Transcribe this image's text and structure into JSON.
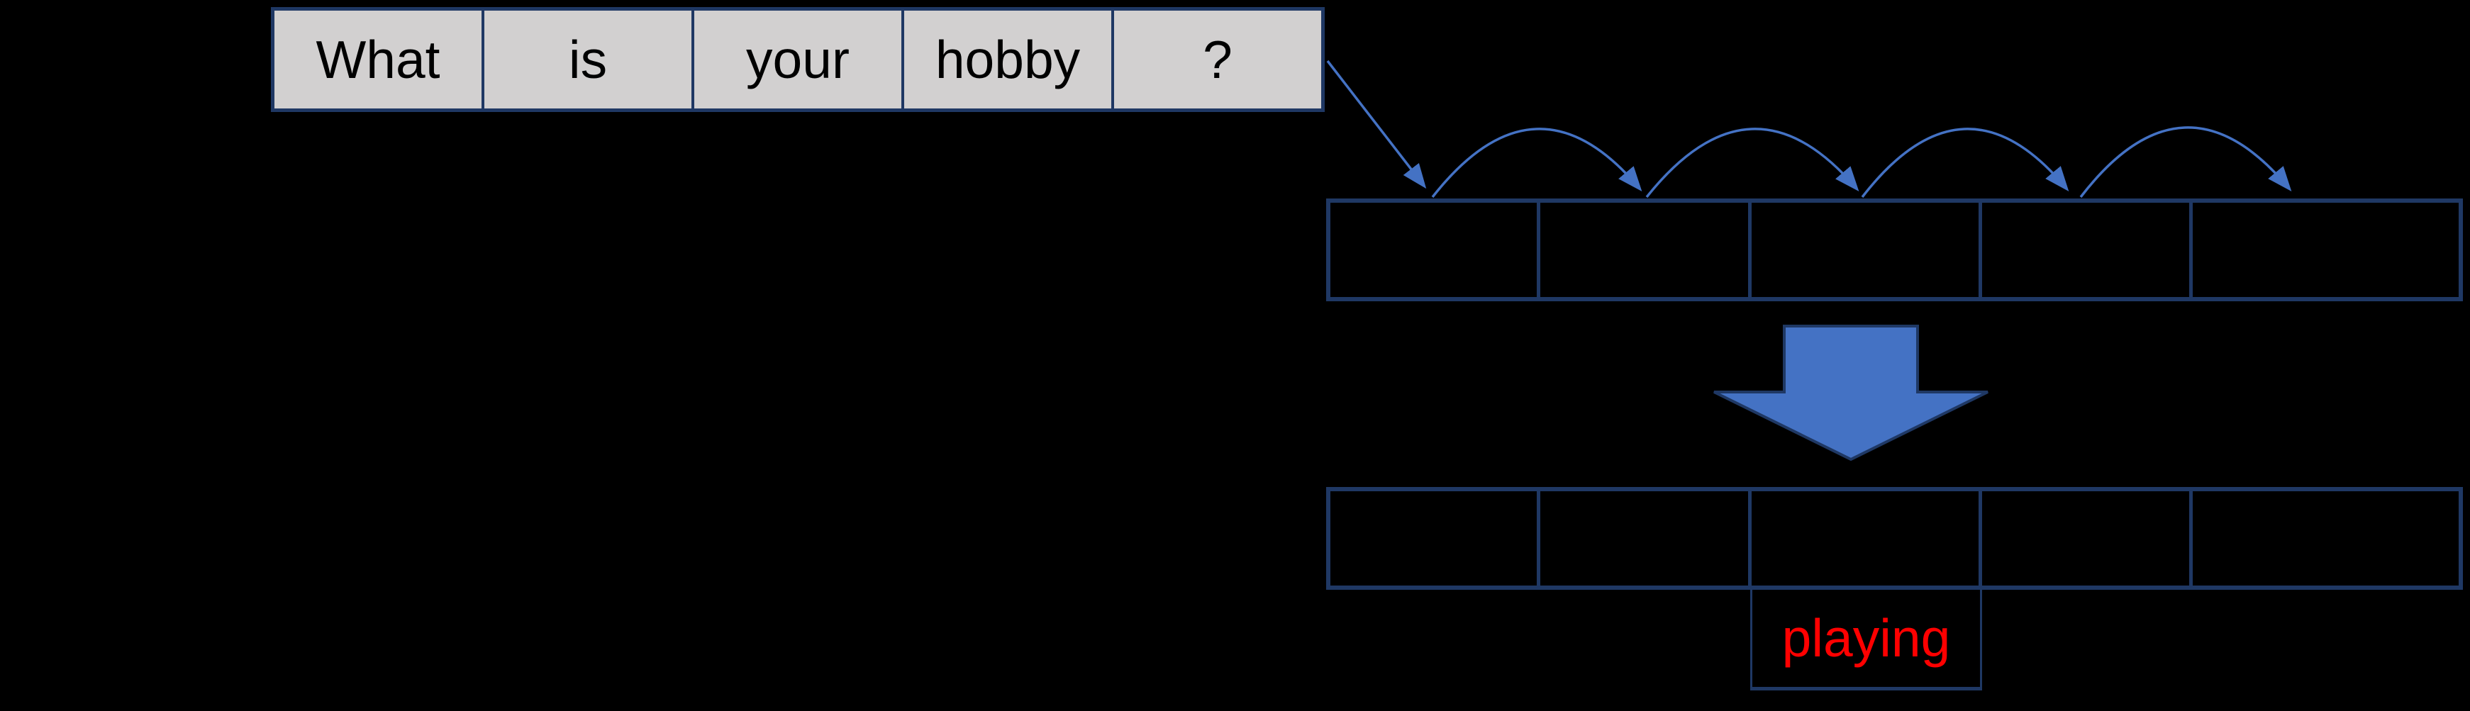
{
  "colors": {
    "background": "#000000",
    "accent_blue": "#4472c4",
    "border_navy": "#1f3864",
    "cell_fill_gray": "#d2d0d0",
    "text_black": "#000000",
    "highlight_red": "#ff0000"
  },
  "question_table": {
    "words": [
      "What",
      "is",
      "your",
      "hobby",
      "?"
    ]
  },
  "input_slots_row": {
    "cell_count": 5,
    "cells": [
      "",
      "",
      "",
      "",
      ""
    ]
  },
  "output_slots_row": {
    "cell_count": 5,
    "cells": [
      "",
      "",
      "",
      "",
      ""
    ]
  },
  "output_cell": {
    "word": "playing"
  },
  "icons": {
    "flow_arrow": "diagonal-flow-arrow",
    "hop_arcs": "curved-hop-arrow",
    "big_arrow": "big-down-arrow"
  }
}
